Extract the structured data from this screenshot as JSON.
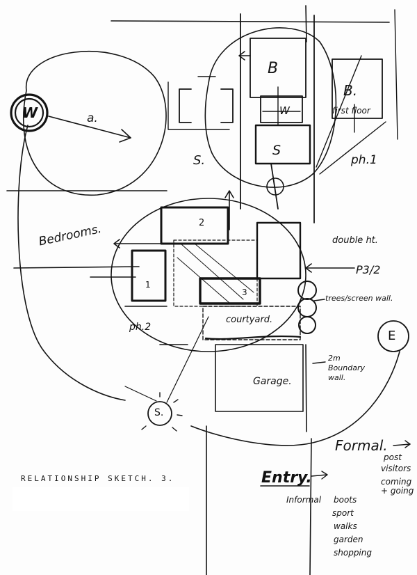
{
  "sketch": {
    "labels": {
      "w": "W",
      "a": "a.",
      "b_upper": "B",
      "b_first": "B.",
      "first_floor": "first floor",
      "w_small": "W",
      "s_box": "S",
      "s_hall": "S.",
      "ph1": "ph.1",
      "bedrooms": "Bedrooms.",
      "box_2": "2",
      "double_ht": "double ht.",
      "pos_3": "3",
      "p32": "P3/2",
      "box_1": "1",
      "trees": "trees/screen wall.",
      "courtyard": "courtyard.",
      "ph2": "ph.2",
      "e": "E",
      "wall_2m": "2m Boundary wall.",
      "garage": "Garage.",
      "s_sun": "S.",
      "formal": "Formal.",
      "formal_items": [
        "post",
        "visitors",
        "coming + going"
      ],
      "entry": "Entry.",
      "informal": "Informal",
      "informal_items": [
        "boots",
        "sport",
        "walks",
        "garden",
        "shopping"
      ]
    },
    "caption": "RELATIONSHIP SKETCH. 3."
  }
}
